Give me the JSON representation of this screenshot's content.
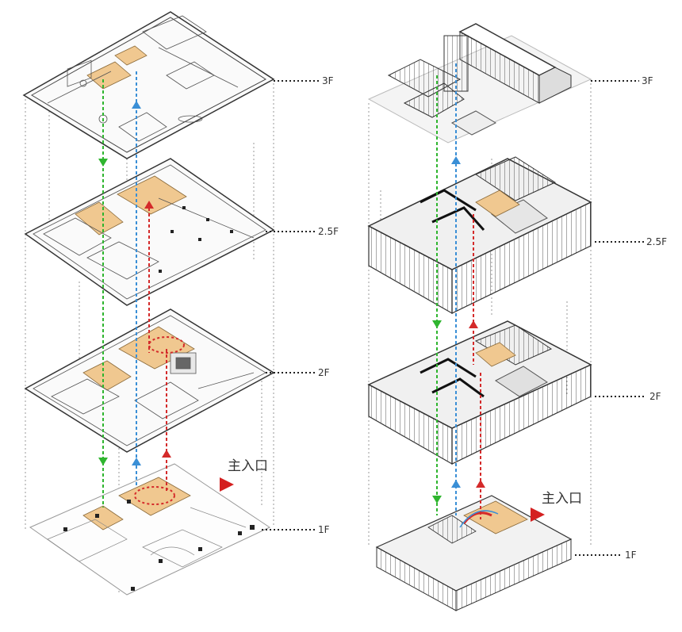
{
  "left_diagram": {
    "floor_labels": [
      "3F",
      "2.5F",
      "2F",
      "1F"
    ],
    "entrance_label": "主入口"
  },
  "right_diagram": {
    "floor_labels": [
      "3F",
      "2.5F",
      "2F",
      "1F"
    ],
    "entrance_label": "主入口"
  },
  "colors": {
    "circulation_green": "#2fb52f",
    "circulation_blue": "#3a8fd6",
    "circulation_red": "#d42a2a",
    "highlight_area": "#f0c890",
    "entrance_marker": "#d42020",
    "wall": "#333333",
    "leader_line": "#222222"
  }
}
